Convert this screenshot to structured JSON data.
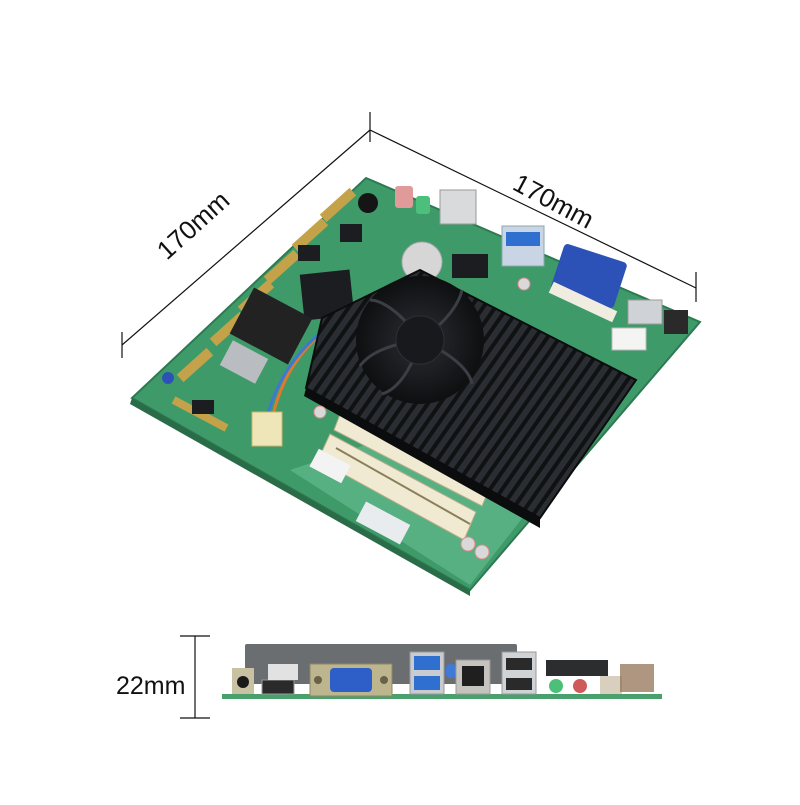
{
  "dimensions": {
    "width_label": "170mm",
    "depth_label": "170mm",
    "height_label": "22mm"
  },
  "colors": {
    "pcb_green": "#3f9a6a",
    "pcb_green_light": "#5db585",
    "heatsink": "#1d2024",
    "vga_blue": "#2c52b8",
    "usb3_blue": "#2e6fd0",
    "dimension_line": "#111111",
    "background": "#ffffff"
  },
  "views": {
    "top": {
      "components": [
        "heatsink-with-fan",
        "so-dimm-slots",
        "cmos-battery",
        "mini-pcie-slot",
        "vga-port",
        "usb3-ports",
        "usb2-ports",
        "audio-jacks",
        "pin-headers",
        "chipset"
      ]
    },
    "side": {
      "ports": [
        "dc-power-jack",
        "hdmi-port",
        "vga-port",
        "usb3-stack",
        "rj45-lan",
        "usb2-stack",
        "audio-line-out",
        "audio-mic-in"
      ]
    }
  }
}
